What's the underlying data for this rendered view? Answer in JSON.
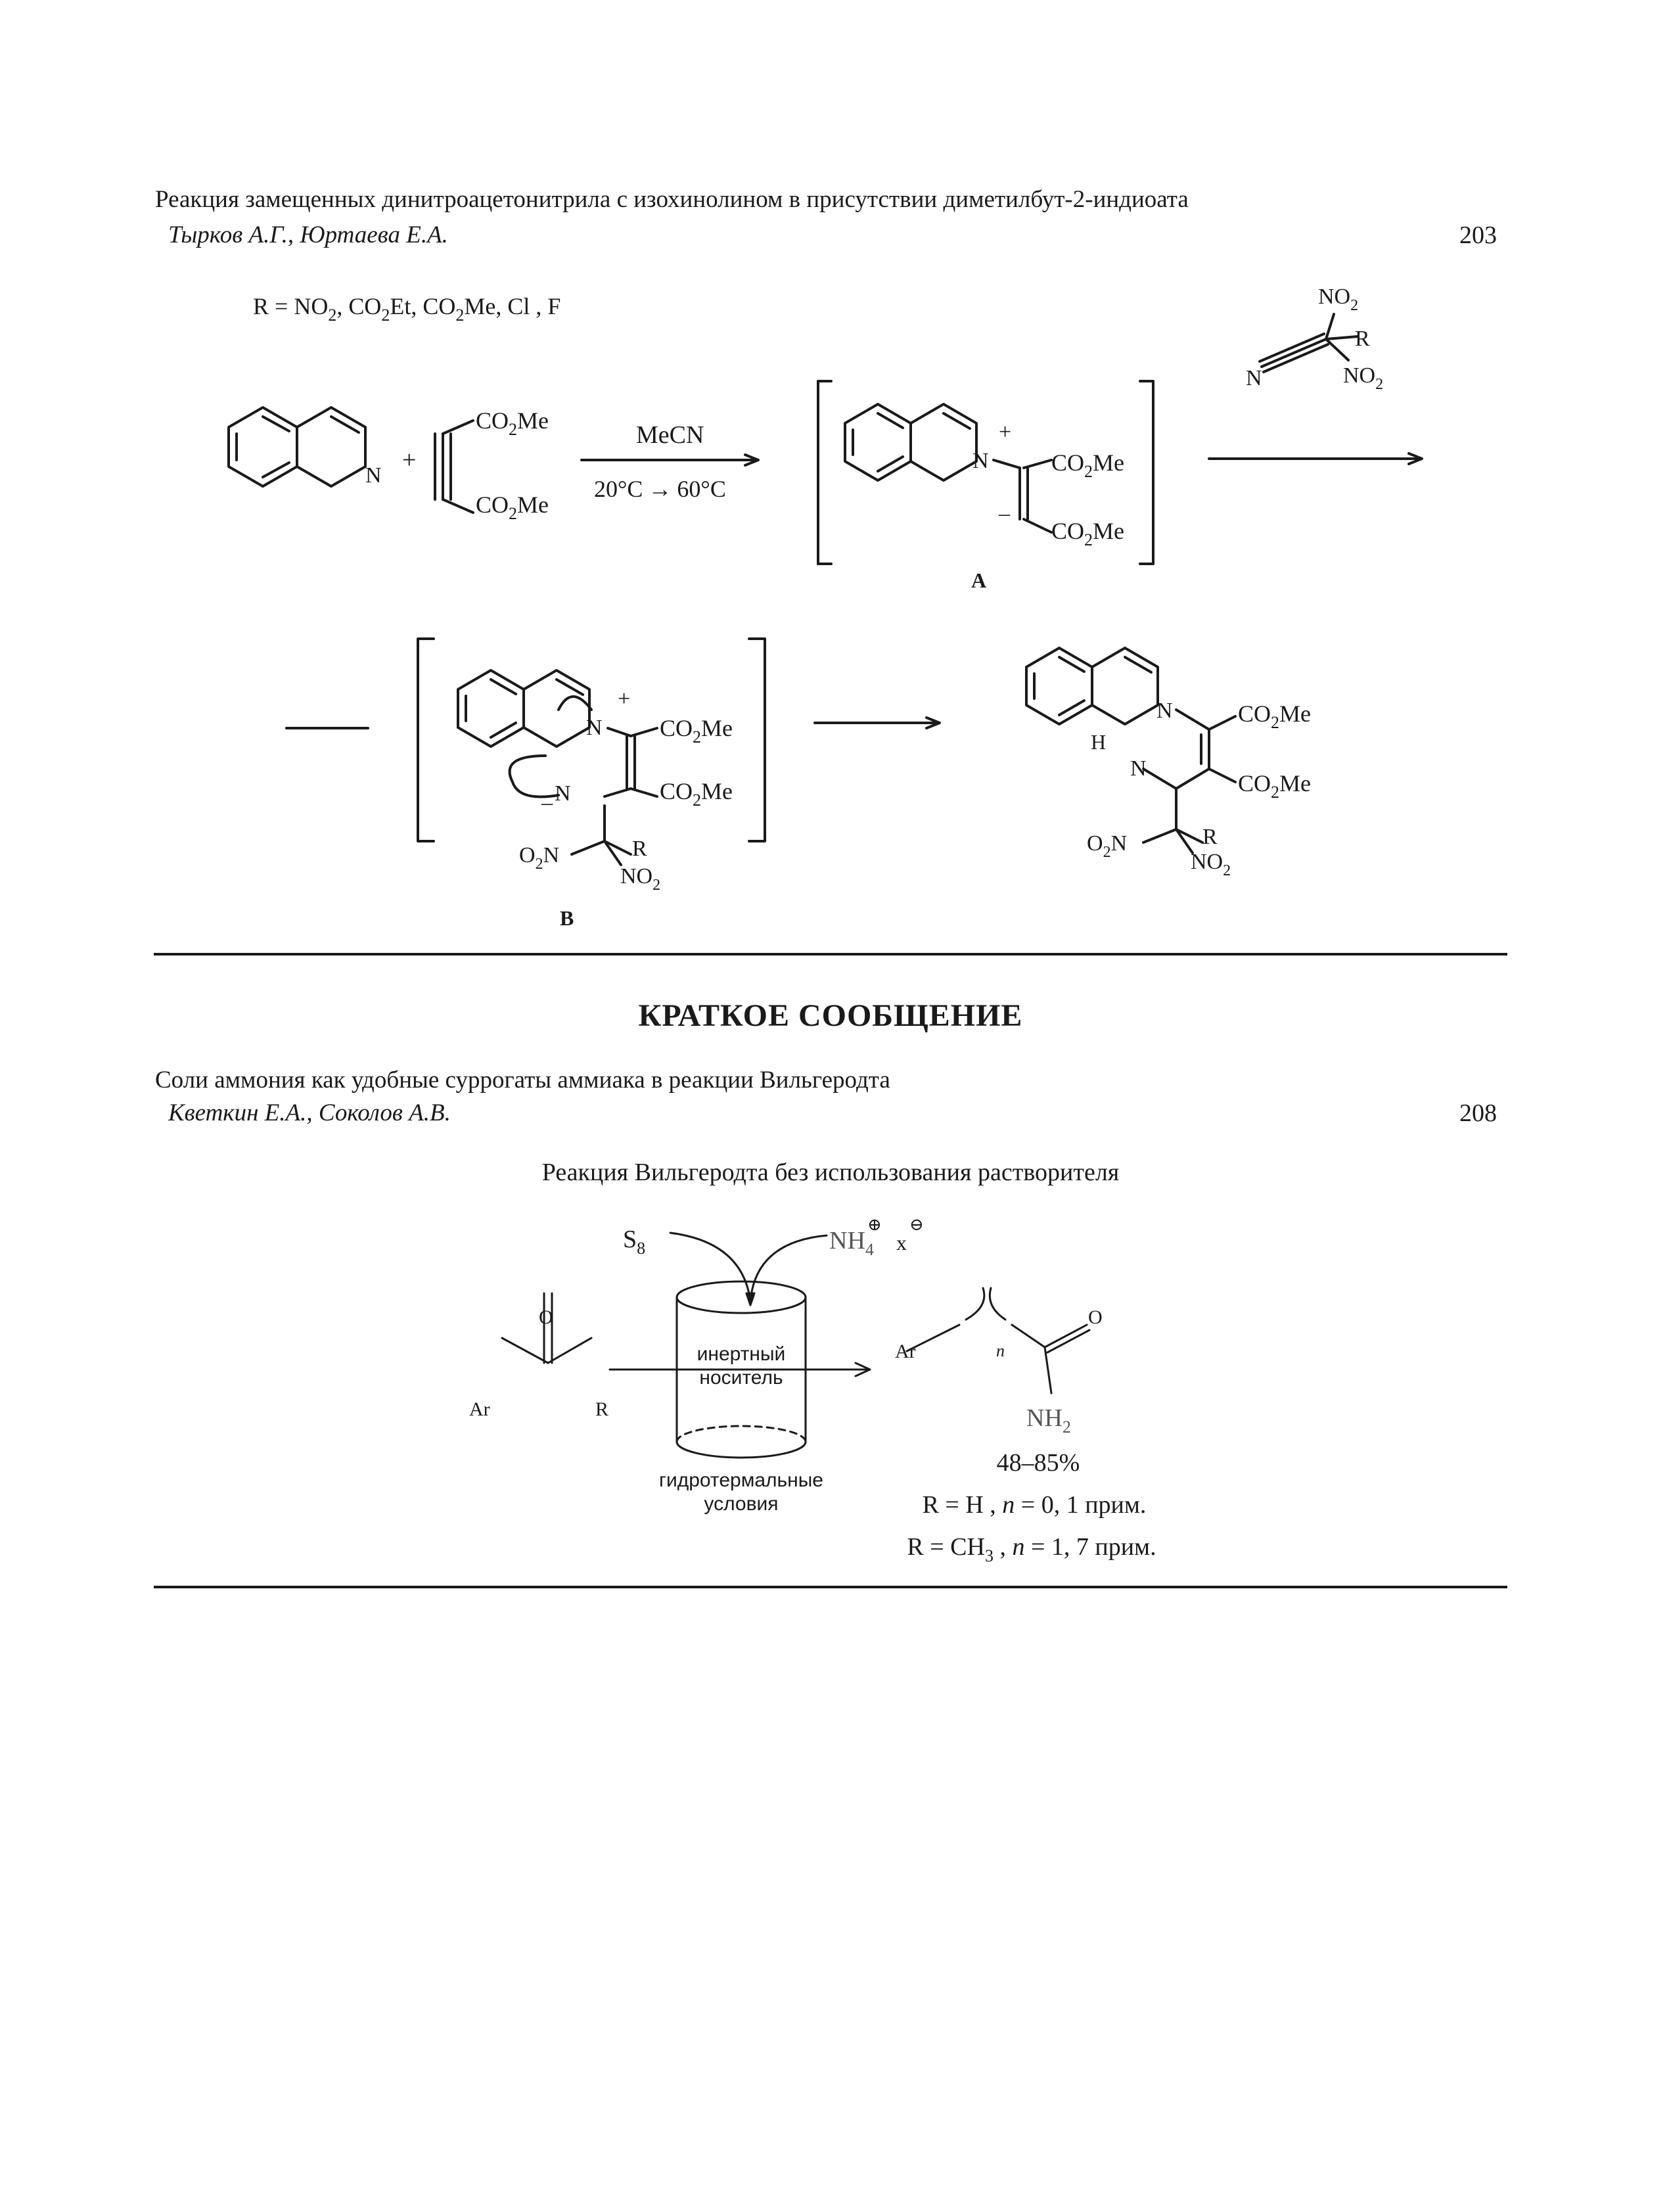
{
  "entries": [
    {
      "title": "Реакция замещенных динитроацетонитрила с изохинолином в присутствии диметилбут-2-индиоата",
      "authors": "Тырков А.Г., Юртаева Е.А.",
      "page": "203"
    },
    {
      "title": "Соли аммония как удобные суррогаты аммиака в реакции Вильгеродта",
      "authors": "Кветкин Е.А., Соколов А.В.",
      "page": "208"
    }
  ],
  "section": {
    "heading": "КРАТКОЕ СООБЩЕНИЕ"
  },
  "scheme1": {
    "r_def_prefix": "R = NO",
    "r_def_2": ", CO",
    "r_def_3": "Et, CO",
    "r_def_4": "Me, Cl , F",
    "sub2": "2",
    "co2me_a": "CO",
    "co2me_b": "Me",
    "n": "N",
    "plus": "+",
    "minus": "–",
    "r": "R",
    "no": "NO",
    "o": "O",
    "h": "H",
    "solvent": "MeCN",
    "temp_a": "20°C",
    "arrow_glyph": "→",
    "temp_b": "60°C",
    "label_a": "A",
    "label_b": "B"
  },
  "scheme2": {
    "caption": "Реакция Вильгеродта без использования растворителя",
    "s": "S",
    "s_sub": "8",
    "nh": "NH",
    "nh4_sub": "4",
    "x": "x",
    "oplus": "⊕",
    "ominus": "⊖",
    "o": "O",
    "ar": "Ar",
    "r": "R",
    "n_var": "n",
    "nh2_sub": "2",
    "carrier_1": "инертный",
    "carrier_2": "носитель",
    "cond_1": "гидротермальные",
    "cond_2": "условия",
    "yield": "48–85%",
    "cond_r_h": "R = H , ",
    "cond_n0": " = 0, 1 прим.",
    "cond_r_ch": "R = CH",
    "ch3_sub": "3",
    "cond_n1": " = 1, 7 прим.",
    "sep": " , "
  }
}
